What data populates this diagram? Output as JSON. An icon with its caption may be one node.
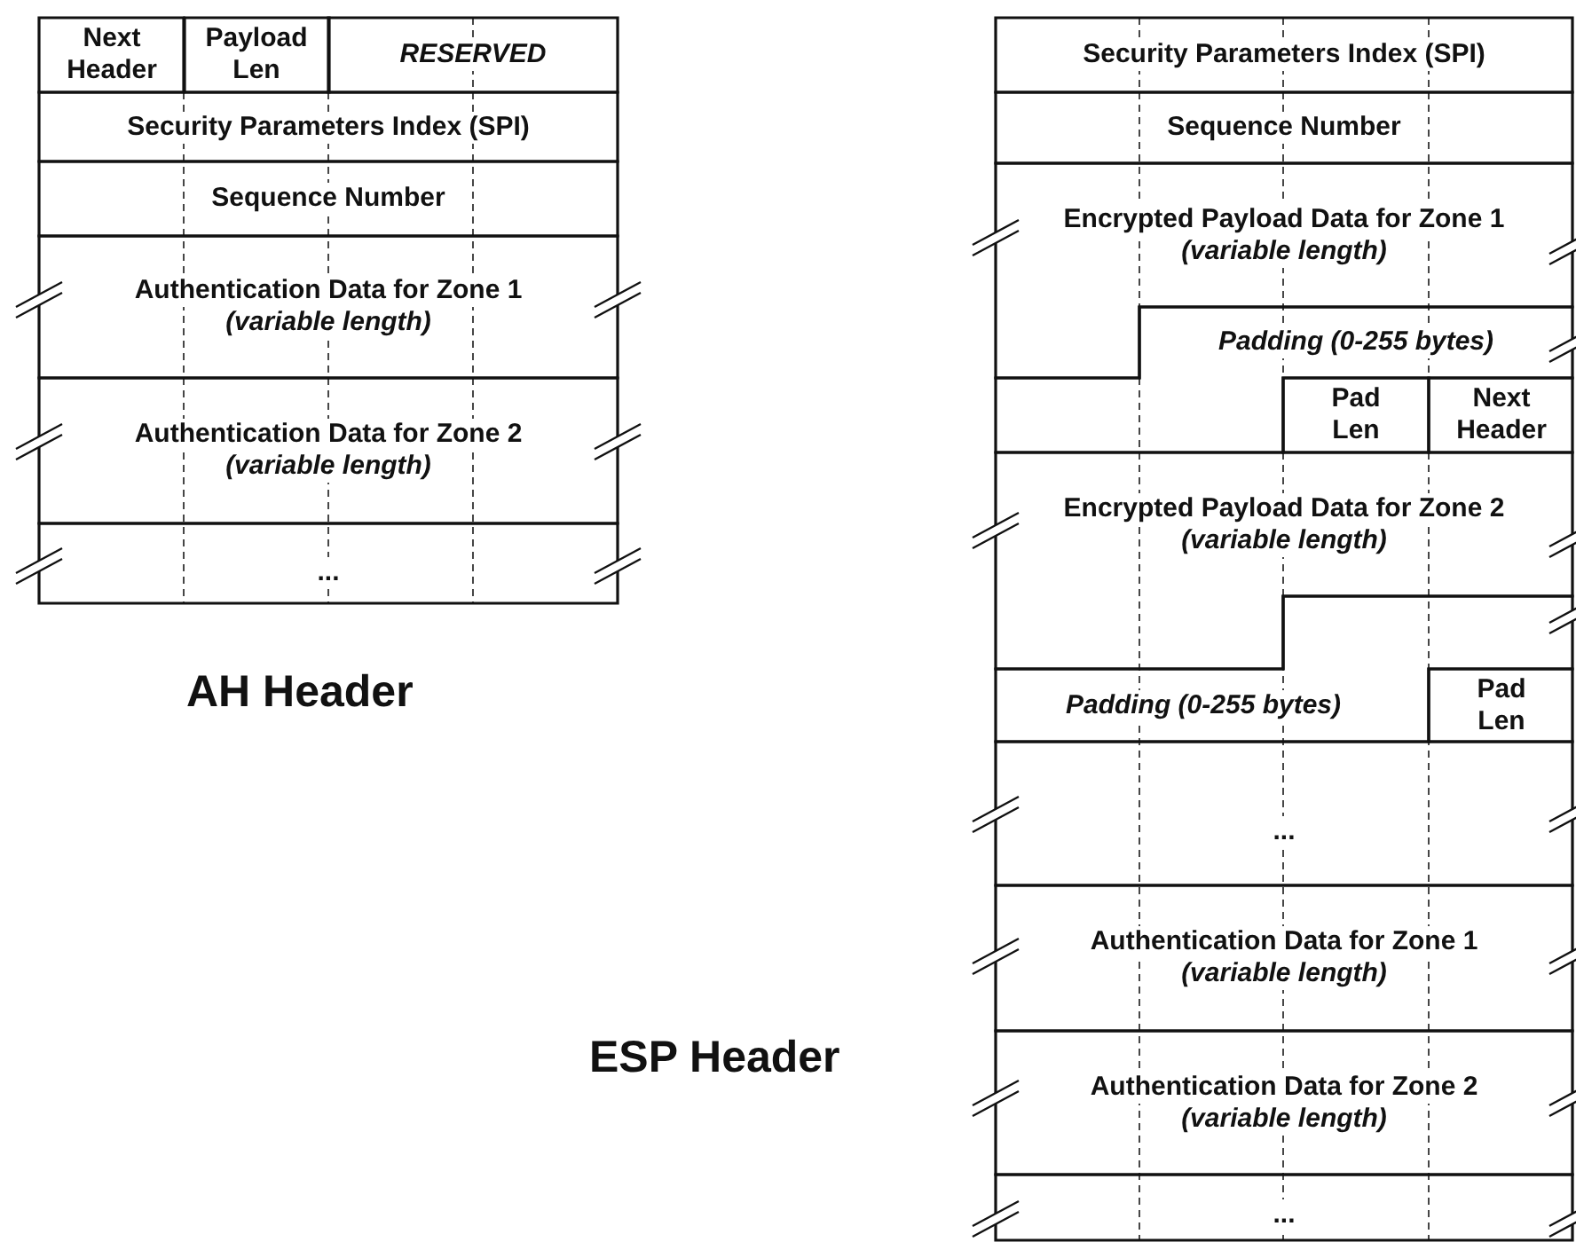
{
  "diagram": {
    "nodes": [
      {
        "text": [
          "Next Header"
        ]
      },
      {
        "text": [
          "Payload Len"
        ]
      },
      {
        "text": [
          "RESERVED"
        ]
      },
      {
        "text": [
          "Security Parameters Index (SPI)"
        ]
      },
      {
        "text": [
          "Sequence Number"
        ]
      },
      {
        "text": [
          "Authentication Data for Zone 1",
          "(variable length)"
        ]
      },
      {
        "text": [
          "Authentication Data for Zone 2",
          "(variable length)"
        ]
      },
      {
        "text": [
          "..."
        ]
      },
      {
        "text": [
          "Security Parameters Index (SPI)"
        ]
      },
      {
        "text": [
          "Sequence Number"
        ]
      },
      {
        "text": [
          "Encrypted Payload Data for Zone 1",
          "(variable length)"
        ]
      },
      {
        "text": [
          "Padding (0-255 bytes)"
        ]
      },
      {
        "text": [
          "Pad Len"
        ]
      },
      {
        "text": [
          "Next Header"
        ]
      },
      {
        "text": [
          "Encrypted Payload Data for Zone 2",
          "(variable length)"
        ]
      },
      {
        "text": [
          "Padding (0-255 bytes)"
        ]
      },
      {
        "text": [
          "Pad Len"
        ]
      },
      {
        "text": [
          "..."
        ]
      },
      {
        "text": [
          "Authentication Data for Zone 1",
          "(variable length)"
        ]
      },
      {
        "text": [
          "Authentication Data for Zone 2",
          "(variable length)"
        ]
      },
      {
        "text": [
          "..."
        ]
      }
    ],
    "labels": [
      "AH Header",
      "ESP Header"
    ]
  }
}
